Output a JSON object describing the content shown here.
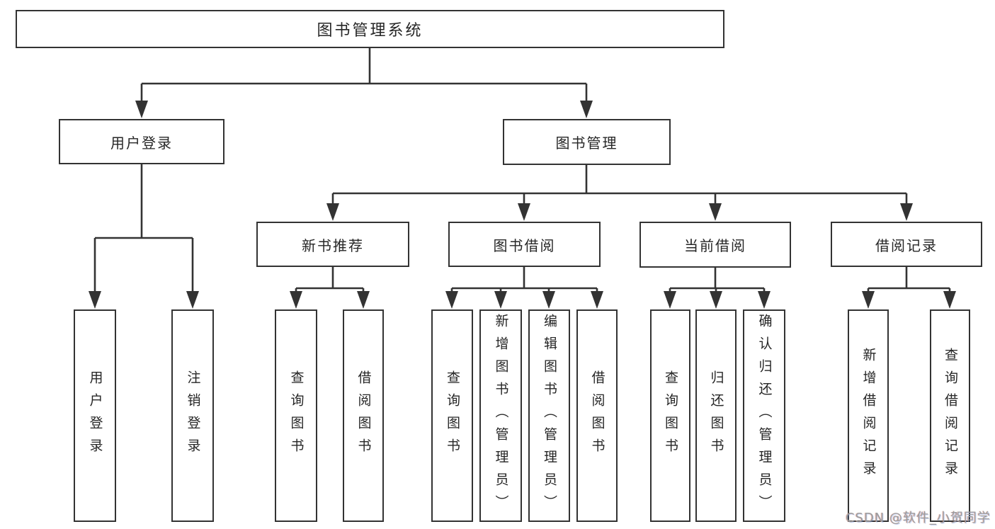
{
  "colors": {
    "line": "#333333",
    "text": "#262626",
    "box_background": "#ffffff",
    "watermark": "#9c9c9c"
  },
  "tree": {
    "root": {
      "label": "图书管理系统"
    },
    "children": [
      {
        "label": "用户登录",
        "children": [
          {
            "label": "用户登录"
          },
          {
            "label": "注销登录"
          }
        ]
      },
      {
        "label": "图书管理",
        "children": [
          {
            "label": "新书推荐",
            "children": [
              {
                "label": "查询图书"
              },
              {
                "label": "借阅图书"
              }
            ]
          },
          {
            "label": "图书借阅",
            "children": [
              {
                "label": "查询图书"
              },
              {
                "label": "新增图书（管理员）"
              },
              {
                "label": "编辑图书（管理员）"
              },
              {
                "label": "借阅图书"
              }
            ]
          },
          {
            "label": "当前借阅",
            "children": [
              {
                "label": "查询图书"
              },
              {
                "label": "归还图书"
              },
              {
                "label": "确认归还（管理员）"
              }
            ]
          },
          {
            "label": "借阅记录",
            "children": [
              {
                "label": "新增借阅记录"
              },
              {
                "label": "查询借阅记录"
              }
            ]
          }
        ]
      }
    ]
  },
  "watermark": {
    "text": "CSDN @软件_小贺同学"
  }
}
